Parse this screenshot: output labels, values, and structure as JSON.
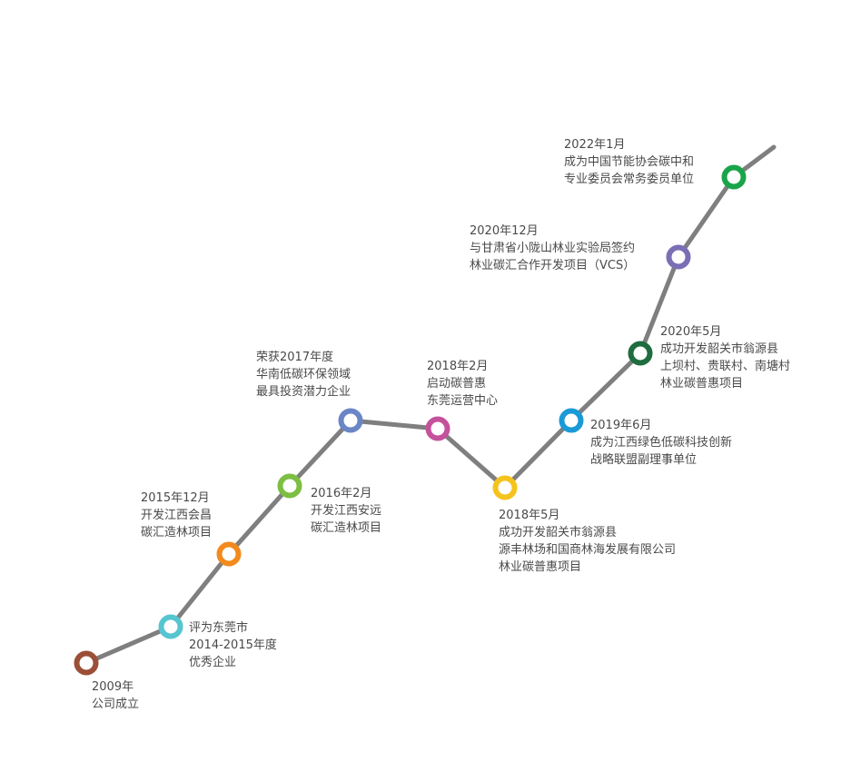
{
  "timeline": {
    "line_color": "#7f7f7f",
    "milestones": [
      {
        "id": "m2009",
        "color": "#9b4f36",
        "lines": [
          "2009年",
          "公司成立"
        ]
      },
      {
        "id": "m2015a",
        "color": "#56c5d0",
        "lines": [
          "评为东莞市",
          "2014-2015年度",
          "优秀企业"
        ]
      },
      {
        "id": "m2015-12",
        "color": "#f28a1e",
        "lines": [
          "2015年12月",
          "开发江西会昌",
          "碳汇造林项目"
        ]
      },
      {
        "id": "m2016-2",
        "color": "#7cbf42",
        "lines": [
          "2016年2月",
          "开发江西安远",
          "碳汇造林项目"
        ]
      },
      {
        "id": "m2017",
        "color": "#6b86c6",
        "lines": [
          "荣获2017年度",
          "华南低碳环保领域",
          "最具投资潜力企业"
        ]
      },
      {
        "id": "m2018-2",
        "color": "#c5519c",
        "lines": [
          "2018年2月",
          "启动碳普惠",
          "东莞运营中心"
        ]
      },
      {
        "id": "m2018-5",
        "color": "#f5c31c",
        "lines": [
          "2018年5月",
          "成功开发韶关市翁源县",
          "源丰林场和国商林海发展有限公司",
          "林业碳普惠项目"
        ]
      },
      {
        "id": "m2019-6",
        "color": "#1a9ad6",
        "lines": [
          "2019年6月",
          "成为江西绿色低碳科技创新",
          "战略联盟副理事单位"
        ]
      },
      {
        "id": "m2020-5",
        "color": "#1f6c3f",
        "lines": [
          "2020年5月",
          "成功开发韶关市翁源县",
          "上坝村、贵联村、南塘村",
          "林业碳普惠项目"
        ]
      },
      {
        "id": "m2020-12",
        "color": "#7a6fb5",
        "lines": [
          "2020年12月",
          "与甘肃省小陇山林业实验局签约",
          "林业碳汇合作开发项目（VCS）"
        ]
      },
      {
        "id": "m2022-1",
        "color": "#1aa44a",
        "lines": [
          "2022年1月",
          "成为中国节能协会碳中和",
          "专业委员会常务委员单位"
        ]
      }
    ]
  }
}
